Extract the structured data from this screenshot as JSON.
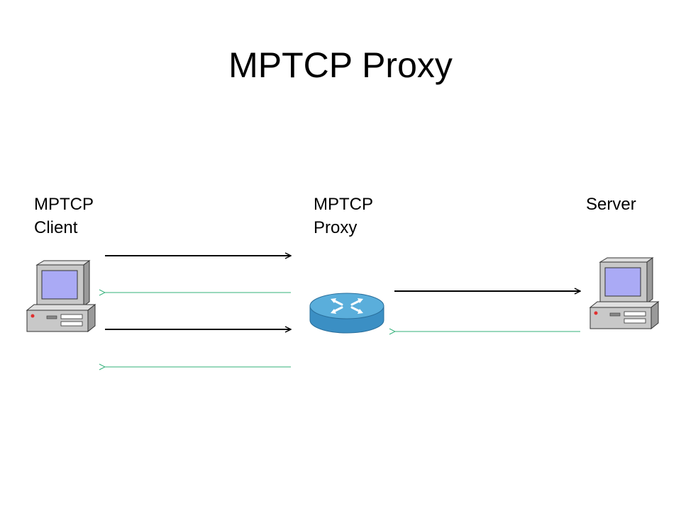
{
  "title": "MPTCP Proxy",
  "nodes": {
    "client": {
      "line1": "MPTCP",
      "line2": "Client"
    },
    "proxy": {
      "line1": "MPTCP",
      "line2": "Proxy"
    },
    "server": {
      "line1": "Server"
    }
  },
  "colors": {
    "forward_arrow": "#000000",
    "return_arrow": "#33b07a",
    "router_body": "#3b8fc4",
    "router_top": "#5aaedb",
    "computer_body": "#c8c8c8",
    "computer_screen": "#aaaaf5"
  },
  "icons": [
    "desktop-computer-icon",
    "router-icon",
    "desktop-computer-icon"
  ]
}
